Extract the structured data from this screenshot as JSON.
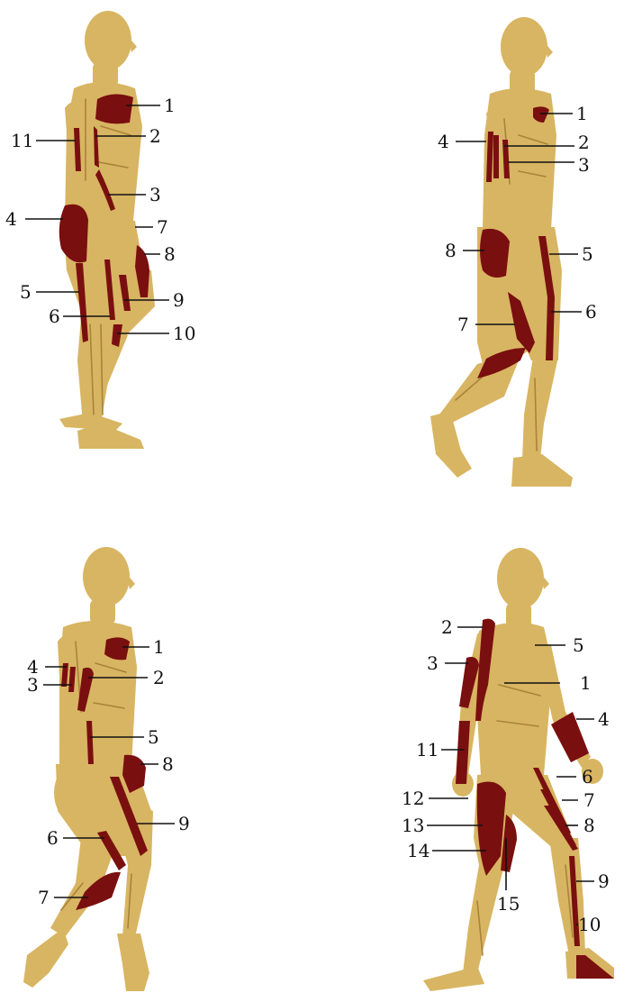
{
  "colors": {
    "skin": "#d8b562",
    "skin_dark": "#a9833a",
    "muscle": "#7a0f0f",
    "background": "#ffffff"
  },
  "figures": [
    {
      "name": "figure-top-left",
      "labels": [
        "1",
        "2",
        "3",
        "4",
        "5",
        "6",
        "7",
        "8",
        "9",
        "10",
        "11"
      ]
    },
    {
      "name": "figure-top-right",
      "labels": [
        "1",
        "2",
        "3",
        "4",
        "5",
        "6",
        "7",
        "8"
      ]
    },
    {
      "name": "figure-bottom-left",
      "labels": [
        "1",
        "2",
        "3",
        "4",
        "5",
        "6",
        "7",
        "8",
        "9"
      ]
    },
    {
      "name": "figure-bottom-right",
      "labels": [
        "1",
        "2",
        "3",
        "4",
        "5",
        "6",
        "7",
        "8",
        "9",
        "10",
        "11",
        "12",
        "13",
        "14",
        "15"
      ]
    }
  ]
}
